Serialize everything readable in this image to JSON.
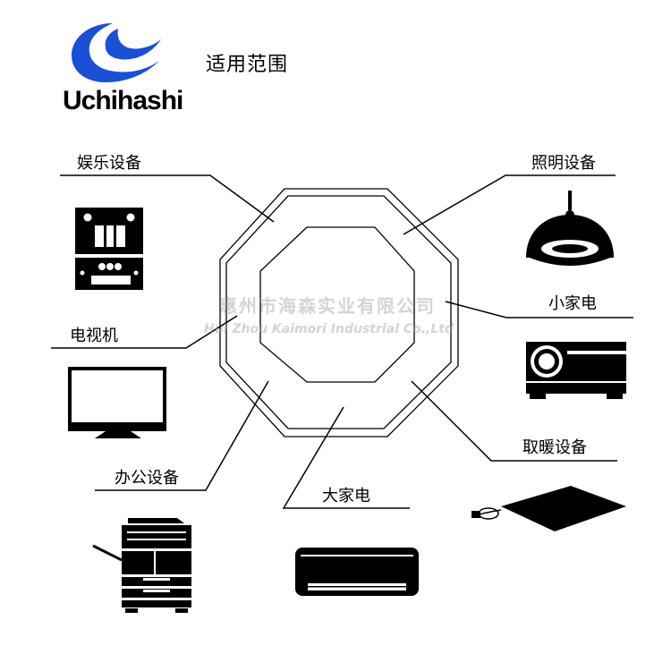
{
  "brand": {
    "name": "Uchihashi",
    "logo_icon": "uchihashi-logo-icon"
  },
  "title": "适用范围",
  "categories": {
    "entertainment": "娱乐设备",
    "lighting": "照明设备",
    "small_appliances": "小家电",
    "tv": "电视机",
    "heating": "取暖设备",
    "office": "办公设备",
    "large_appliances": "大家电"
  },
  "watermark": {
    "cn": "惠州市海森实业有限公司",
    "en": "Hui Zhou Kaimori Industrial Co.,Ltd"
  },
  "colors": {
    "logo_blue": "#1a4fd6",
    "ink": "#000000"
  }
}
